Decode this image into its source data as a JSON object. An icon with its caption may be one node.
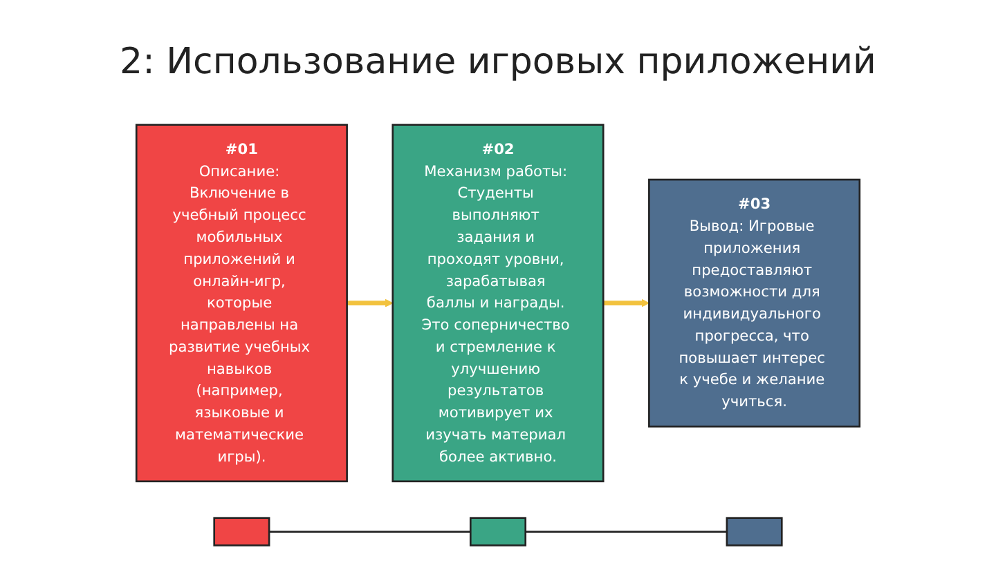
{
  "diagram": {
    "title": "2: Использование игровых приложений",
    "nodes": [
      {
        "text": [
          "#01",
          "Описание: Включение в учебный процесс мобильных приложений и онлайн-игр, которые направлены на развитие учебных навыков (например, языковые и математические игры)."
        ]
      },
      {
        "text": [
          "#02",
          "Механизм работы: Студенты выполняют задания и проходят уровни, зарабатывая баллы и награды. Это соперничество и стремление к улучшению результатов мотивирует их изучать материал более активно."
        ]
      },
      {
        "text": [
          "#03",
          "Вывод: Игровые приложения предоставляют возможности для индивидуального прогресса, что повышает интерес к учебе и желание учиться."
        ]
      },
      {
        "text": [],
        "shape": "bar"
      },
      {
        "text": [],
        "shape": "bar"
      },
      {
        "text": [],
        "shape": "bar"
      }
    ],
    "edges": [
      {
        "from": 0,
        "to": 1,
        "arrow": "to",
        "style": "thick",
        "color": "#f2c23e"
      },
      {
        "from": 1,
        "to": 2,
        "arrow": "to",
        "style": "thick",
        "color": "#f2c23e"
      },
      {
        "from": 3,
        "to": 4,
        "arrow": "none",
        "color": "#222222"
      },
      {
        "from": 4,
        "to": 5,
        "arrow": "none",
        "color": "#222222"
      }
    ]
  }
}
